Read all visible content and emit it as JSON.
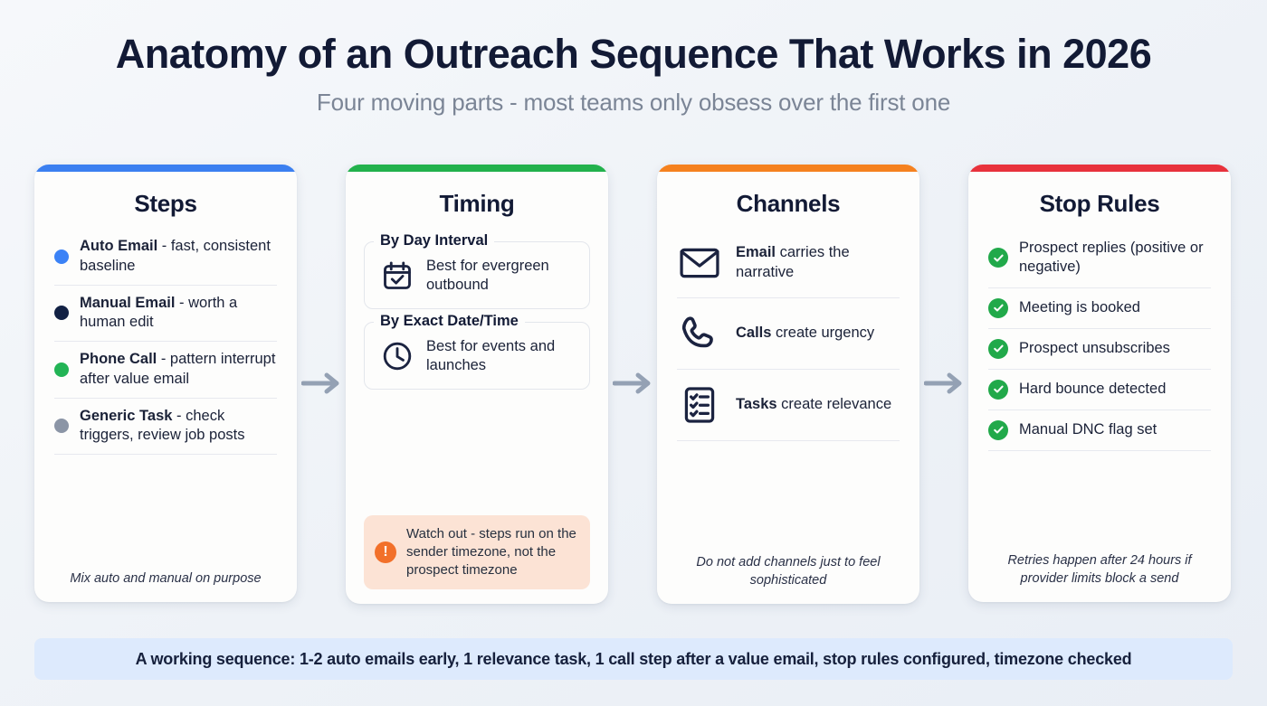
{
  "header": {
    "title": "Anatomy of an Outreach Sequence That Works in 2026",
    "subtitle": "Four moving parts - most teams only obsess over the first one"
  },
  "colors": {
    "card1_accent": "#3b7ff0",
    "card2_accent": "#22b14c",
    "card3_accent": "#f5811f",
    "card4_accent": "#e8323c",
    "dot_auto_email": "#3b82f6",
    "dot_manual_email": "#122144",
    "dot_phone_call": "#22b455",
    "dot_generic_task": "#8b95a6",
    "check_green": "#21a94a",
    "warn_bg": "#fce3d5",
    "warn_icon": "#f2702a",
    "banner_bg": "#ddeafd",
    "arrow": "#94a1b4",
    "page_bg": "#eef2f7"
  },
  "cards": [
    {
      "title": "Steps",
      "items": [
        {
          "bold": "Auto Email",
          "rest": " - fast, consistent baseline",
          "dot": "dot_auto_email"
        },
        {
          "bold": "Manual Email",
          "rest": " - worth a human edit",
          "dot": "dot_manual_email"
        },
        {
          "bold": "Phone Call",
          "rest": " - pattern interrupt after value email",
          "dot": "dot_phone_call"
        },
        {
          "bold": "Generic Task",
          "rest": " - check triggers, review job posts",
          "dot": "dot_generic_task"
        }
      ],
      "note": "Mix auto and manual on purpose"
    },
    {
      "title": "Timing",
      "groups": [
        {
          "legend": "By Day Interval",
          "icon": "calendar-check-icon",
          "text": "Best for evergreen outbound"
        },
        {
          "legend": "By Exact Date/Time",
          "icon": "clock-icon",
          "text": "Best for events and launches"
        }
      ],
      "warning": {
        "icon": "exclamation-icon",
        "glyph": "!",
        "text": "Watch out - steps run on the sender timezone, not the prospect timezone"
      }
    },
    {
      "title": "Channels",
      "items": [
        {
          "icon": "envelope-icon",
          "bold": "Email",
          "rest": " carries the narrative"
        },
        {
          "icon": "phone-icon",
          "bold": "Calls",
          "rest": " create urgency"
        },
        {
          "icon": "tasks-checklist-icon",
          "bold": "Tasks",
          "rest": " create relevance"
        }
      ],
      "note": "Do not add channels just to feel sophisticated"
    },
    {
      "title": "Stop Rules",
      "items": [
        "Prospect replies (positive or negative)",
        "Meeting is booked",
        "Prospect unsubscribes",
        "Hard bounce detected",
        "Manual DNC flag set"
      ],
      "note": "Retries happen after 24 hours if provider limits block a send"
    }
  ],
  "banner": {
    "text": "A working sequence: 1-2 auto emails early, 1 relevance task, 1 call step after a value email, stop rules configured, timezone checked"
  }
}
